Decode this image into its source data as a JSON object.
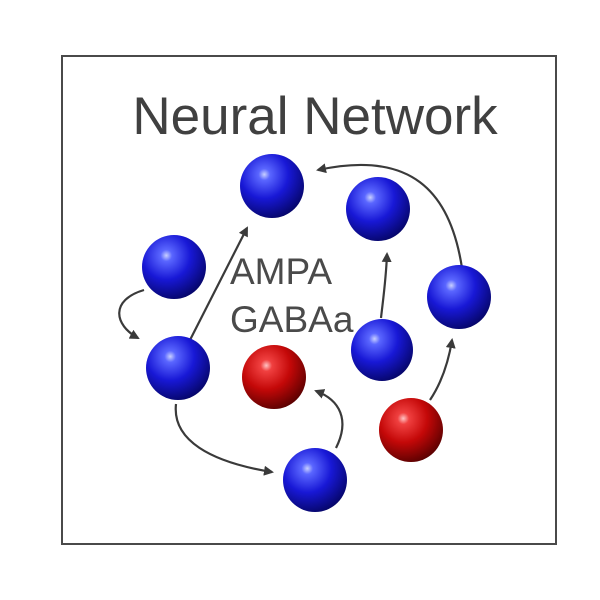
{
  "title": "Neural Network",
  "labels": {
    "receptor_1": "AMPA",
    "receptor_2": "GABAa"
  },
  "neurons": [
    {
      "id": "n1",
      "type": "excitatory",
      "color": "blue"
    },
    {
      "id": "n2",
      "type": "excitatory",
      "color": "blue"
    },
    {
      "id": "n3",
      "type": "excitatory",
      "color": "blue"
    },
    {
      "id": "n4",
      "type": "excitatory",
      "color": "blue"
    },
    {
      "id": "n5",
      "type": "excitatory",
      "color": "blue"
    },
    {
      "id": "n6",
      "type": "excitatory",
      "color": "blue"
    },
    {
      "id": "n7",
      "type": "excitatory",
      "color": "blue"
    },
    {
      "id": "n8",
      "type": "inhibitory",
      "color": "red"
    },
    {
      "id": "n9",
      "type": "inhibitory",
      "color": "red"
    }
  ],
  "colors": {
    "excitatory": "#1a1ad0",
    "inhibitory": "#c80808",
    "frame": "#4a4a4a",
    "text": "#404040",
    "arrow": "#3a3a3a"
  }
}
